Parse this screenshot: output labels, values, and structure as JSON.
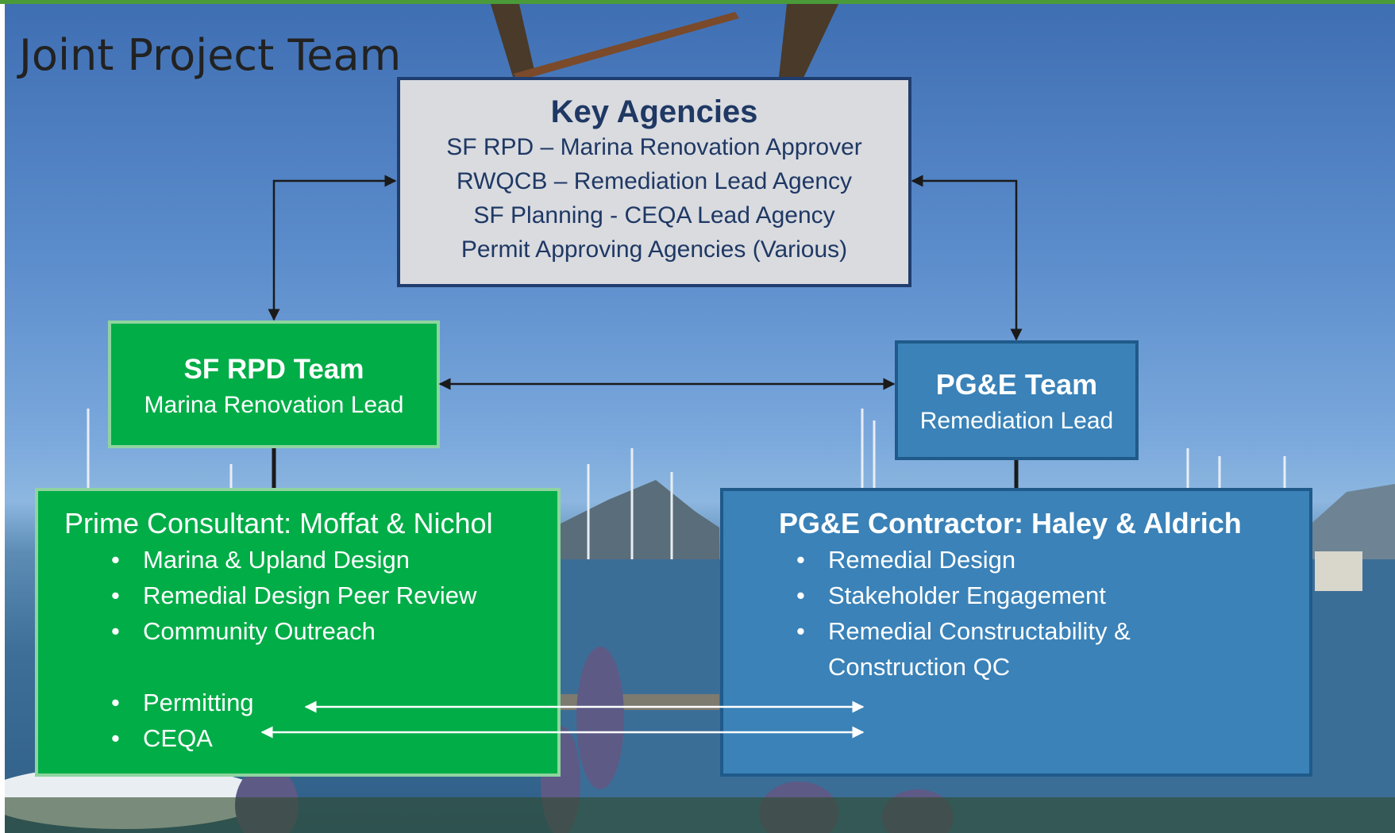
{
  "title": "Joint Project Team",
  "colors": {
    "green_box": "#00ad47",
    "blue_box": "#3a82b8",
    "agency_box": "#d9dbdf",
    "dark_navy": "#1f3864",
    "top_rule": "#4a9a3a"
  },
  "key_agencies": {
    "heading": "Key Agencies",
    "lines": [
      "SF RPD – Marina Renovation Approver",
      "RWQCB – Remediation Lead Agency",
      "SF Planning - CEQA Lead Agency",
      "Permit Approving Agencies (Various)"
    ]
  },
  "sf_rpd_team": {
    "heading": "SF RPD Team",
    "role": "Marina Renovation Lead"
  },
  "pge_team": {
    "heading": "PG&E Team",
    "role": "Remediation Lead"
  },
  "prime_consultant": {
    "heading": "Prime Consultant: Moffat & Nichol",
    "items": [
      "Marina & Upland Design",
      "Remedial Design Peer Review",
      "Community Outreach"
    ],
    "shared_items": [
      "Permitting",
      "CEQA"
    ]
  },
  "pge_contractor": {
    "heading": "PG&E Contractor: Haley & Aldrich",
    "items": [
      "Remedial Design",
      "Stakeholder Engagement",
      "Remedial Constructability & Construction QC"
    ]
  }
}
